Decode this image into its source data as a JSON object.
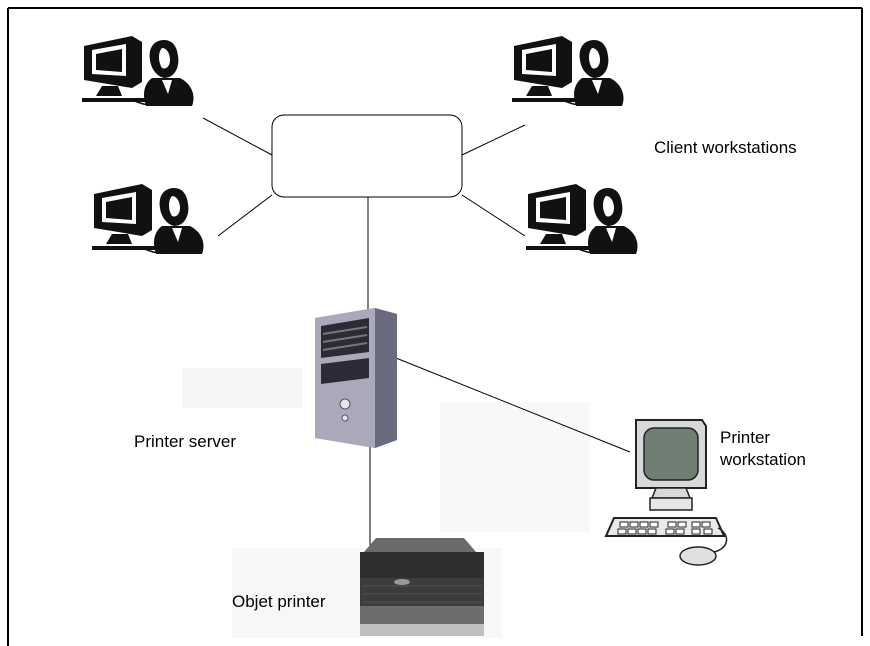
{
  "labels": {
    "clients": "Client workstations",
    "server": "Printer server",
    "workstation_line1": "Printer",
    "workstation_line2": "workstation",
    "printer": "Objet printer"
  },
  "colors": {
    "line": "#000000",
    "server_body": "#8a8a9e",
    "monitor_screen": "#6f7f74",
    "printer_body": "#3a3a3a"
  },
  "icons": {
    "client_workstation": "person-at-computer-icon",
    "server": "tower-server-icon",
    "workstation": "desktop-computer-icon",
    "printer": "3d-printer-icon"
  }
}
